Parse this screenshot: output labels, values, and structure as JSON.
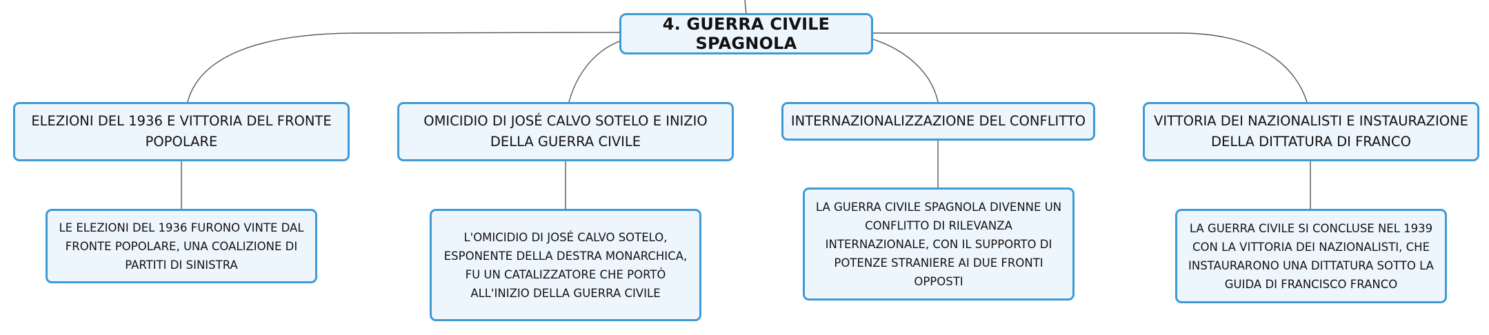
{
  "root": {
    "label": "4. GUERRA CIVILE SPAGNOLA"
  },
  "branches": [
    {
      "title": "ELEZIONI DEL 1936 E VITTORIA DEL FRONTE POPOLARE",
      "detail": "LE ELEZIONI DEL 1936 FURONO VINTE DAL FRONTE POPOLARE, UNA COALIZIONE DI PARTITI DI SINISTRA"
    },
    {
      "title": "OMICIDIO DI JOSÉ CALVO SOTELO E INIZIO DELLA GUERRA CIVILE",
      "detail": "L'OMICIDIO DI JOSÉ CALVO SOTELO, ESPONENTE DELLA DESTRA MONARCHICA, FU UN CATALIZZATORE CHE PORTÒ ALL'INIZIO DELLA GUERRA CIVILE"
    },
    {
      "title": "INTERNAZIONALIZZAZIONE DEL CONFLITTO",
      "detail": "LA GUERRA CIVILE SPAGNOLA DIVENNE UN CONFLITTO DI RILEVANZA INTERNAZIONALE, CON IL SUPPORTO DI POTENZE STRANIERE AI DUE FRONTI OPPOSTI"
    },
    {
      "title": "VITTORIA DEI NAZIONALISTI E INSTAURAZIONE DELLA DITTATURA DI FRANCO",
      "detail": "LA GUERRA CIVILE SI CONCLUSE NEL 1939 CON LA VITTORIA DEI NAZIONALISTI, CHE INSTAURARONO UNA DITTATURA SOTTO LA GUIDA DI FRANCISCO FRANCO"
    }
  ],
  "colors": {
    "border": "#3d9ad6",
    "fill": "#eef6fd",
    "connector": "#555555"
  }
}
